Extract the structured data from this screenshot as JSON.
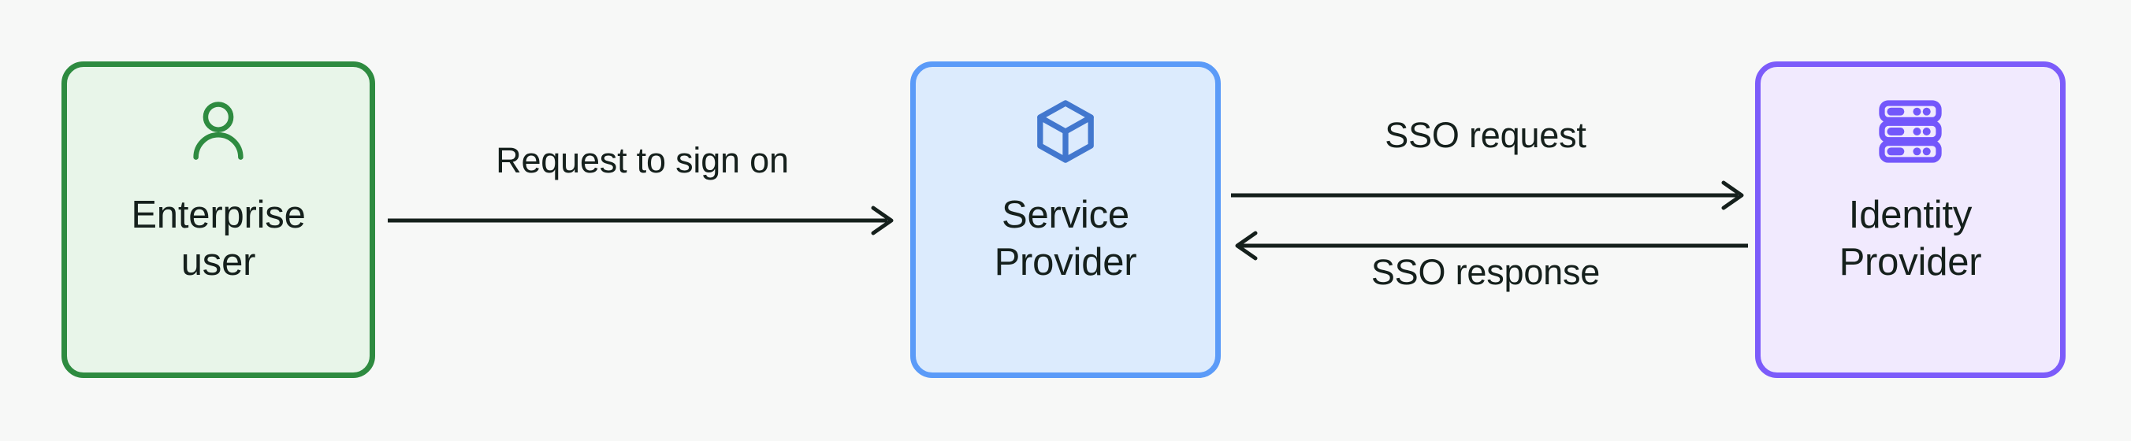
{
  "diagram": {
    "title": "SSO flow between enterprise user, service provider and identity provider",
    "background_color": "#F7F8F7",
    "nodes": [
      {
        "id": "enterprise-user",
        "label": "Enterprise\nuser",
        "icon": "user-icon",
        "border_color": "#2E8B40",
        "fill_color": "#E8F5E9",
        "icon_color": "#2E8B40"
      },
      {
        "id": "service-provider",
        "label": "Service\nProvider",
        "icon": "cube-icon",
        "border_color": "#5B9BF8",
        "fill_color": "#DCEBFD",
        "icon_color": "#4277CE"
      },
      {
        "id": "identity-provider",
        "label": "Identity\nProvider",
        "icon": "server-rack-icon",
        "border_color": "#7C5CFA",
        "fill_color": "#F1EAFE",
        "icon_color": "#7357FB"
      }
    ],
    "edges": [
      {
        "id": "request-sign-on",
        "label": "Request to sign on",
        "from": "enterprise-user",
        "to": "service-provider",
        "direction": "right",
        "color": "#15201C"
      },
      {
        "id": "sso-request",
        "label": "SSO request",
        "from": "service-provider",
        "to": "identity-provider",
        "direction": "right",
        "color": "#15201C"
      },
      {
        "id": "sso-response",
        "label": "SSO response",
        "from": "identity-provider",
        "to": "service-provider",
        "direction": "left",
        "color": "#15201C"
      }
    ]
  }
}
